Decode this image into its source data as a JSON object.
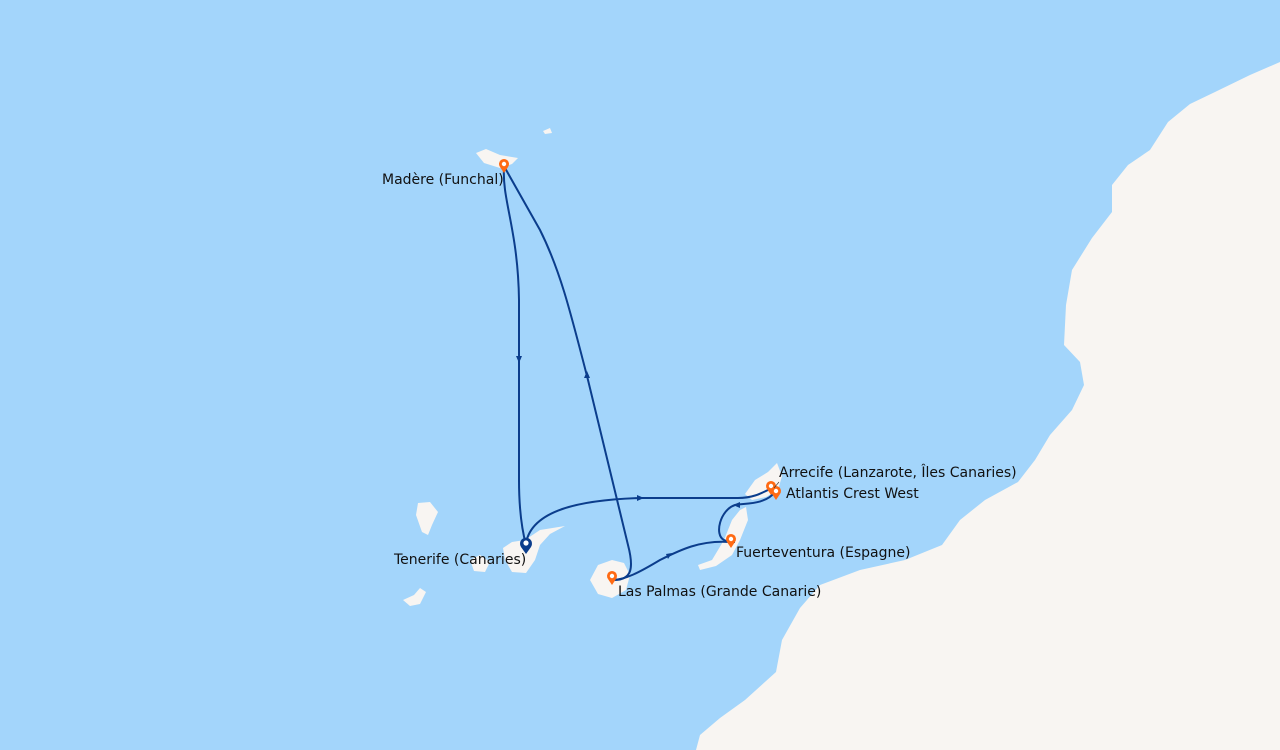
{
  "map": {
    "colors": {
      "sea": "#a3d5fb",
      "land": "#f8f5f2",
      "route": "#0b3d8c",
      "port_marker": "#ff6a13",
      "home_marker": "#0b3d8c"
    },
    "ports": [
      {
        "name": "Madère (Funchal)",
        "type": "port"
      },
      {
        "name": "Tenerife (Canaries)",
        "type": "home"
      },
      {
        "name": "Las Palmas (Grande Canarie)",
        "type": "port"
      },
      {
        "name": "Fuerteventura (Espagne)",
        "type": "port"
      },
      {
        "name": "Arrecife (Lanzarote, Îles Canaries)",
        "type": "port"
      },
      {
        "name": "Atlantis Crest West",
        "type": "port"
      }
    ]
  }
}
